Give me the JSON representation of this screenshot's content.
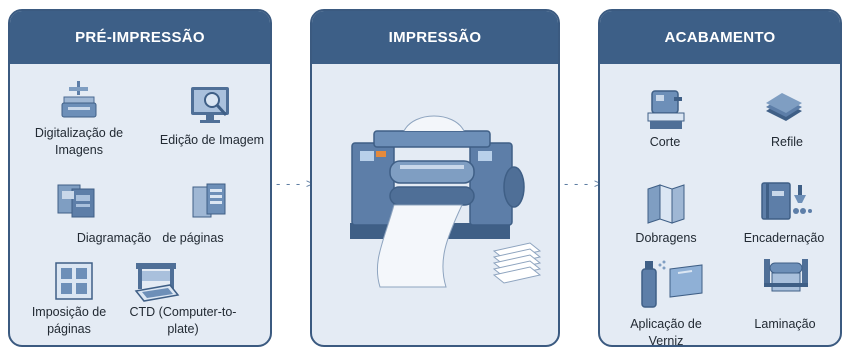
{
  "columns": [
    {
      "title": "PRÉ-IMPRESSÃO"
    },
    {
      "title": "IMPRESSÃO"
    },
    {
      "title": "ACABAMENTO"
    }
  ],
  "pre_impressao": {
    "digitalizacao": "Digitalização de Imagens",
    "edicao": "Edição de Imagem",
    "diagramacao_a": "Diagramação",
    "diagramacao_b": "de páginas",
    "imposicao": "Imposição de páginas",
    "ctd": "CTD (Computer-to-plate)"
  },
  "acabamento": {
    "corte": "Corte",
    "refile": "Refile",
    "dobragens": "Dobragens",
    "encadernacao": "Encadernação",
    "verniz": "Aplicação de Verniz",
    "laminacao": "Laminação"
  },
  "arrows": [
    "- - - >",
    "- - - >"
  ],
  "colors": {
    "header": "#3d5f87",
    "panel": "#e4ebf4",
    "border": "#3b5a80",
    "icon": "#5d7ea8"
  }
}
